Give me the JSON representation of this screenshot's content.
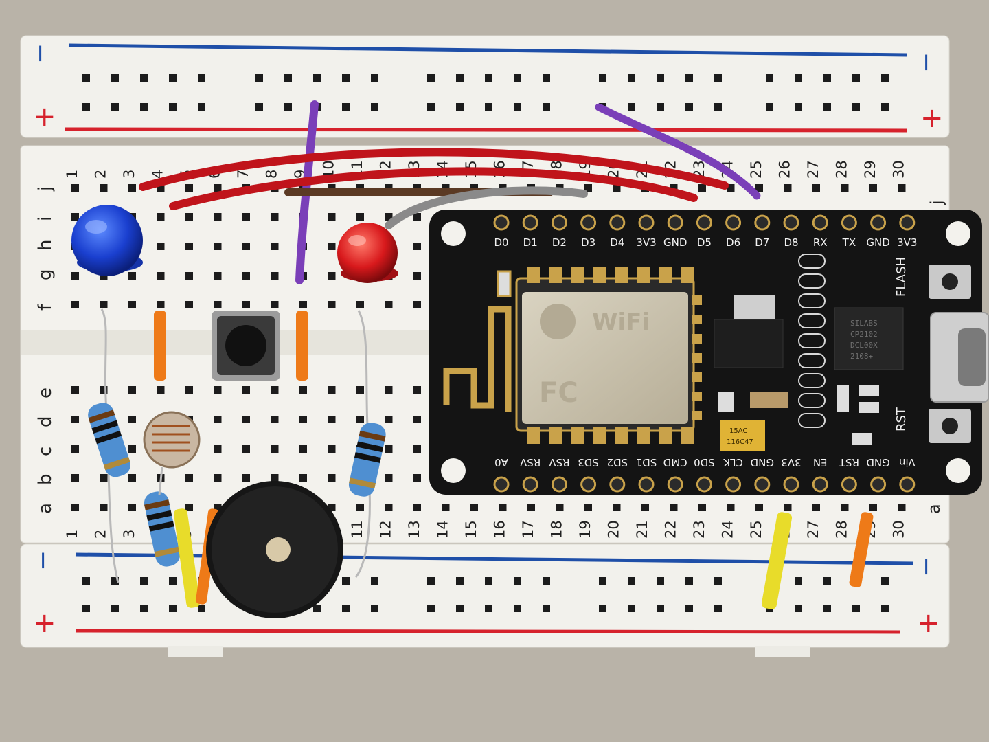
{
  "breadboard": {
    "rail_signs": {
      "minus": "−",
      "plus": "+"
    },
    "row_letters_top": [
      "j",
      "i",
      "h",
      "g",
      "f"
    ],
    "row_letters_bottom": [
      "e",
      "d",
      "c",
      "b",
      "a"
    ],
    "right_row_letters": {
      "top": "j",
      "bottom": "a"
    },
    "column_numbers": [
      "1",
      "2",
      "3",
      "4",
      "5",
      "6",
      "7",
      "8",
      "9",
      "10",
      "11",
      "12",
      "13",
      "14",
      "15",
      "16",
      "17",
      "18",
      "19",
      "20",
      "21",
      "22",
      "23",
      "24",
      "25",
      "26",
      "27",
      "28",
      "29",
      "30"
    ]
  },
  "nodemcu": {
    "top_pins": [
      "D0",
      "D1",
      "D2",
      "D3",
      "D4",
      "3V3",
      "GND",
      "D5",
      "D6",
      "D7",
      "D8",
      "RX",
      "TX",
      "GND",
      "3V3"
    ],
    "bottom_pins": [
      "A0",
      "RSV",
      "RSV",
      "SD3",
      "SD2",
      "SD1",
      "CMD",
      "SD0",
      "CLK",
      "GND",
      "3V3",
      "EN",
      "RST",
      "GND",
      "Vin"
    ],
    "buttons": {
      "flash": "FLASH",
      "reset": "RST"
    },
    "module_label": "WiFi",
    "fcc_label": "FC",
    "usb_chip_text": [
      "SILABS",
      "CP2102",
      "DCL00X",
      "2108+"
    ],
    "capacitor_text": [
      "15AC",
      "116C47"
    ]
  },
  "colors": {
    "board": "#f2f1ec",
    "rail_red": "#d6222c",
    "rail_blue": "#1f4fa8",
    "pcb": "#141414",
    "gold": "#c9a24a",
    "wire_red": "#c0141b",
    "wire_purple": "#7a3fb8",
    "wire_gray": "#8a8a8a",
    "wire_orange": "#ee7a18",
    "wire_yellow": "#e8dc2a"
  }
}
